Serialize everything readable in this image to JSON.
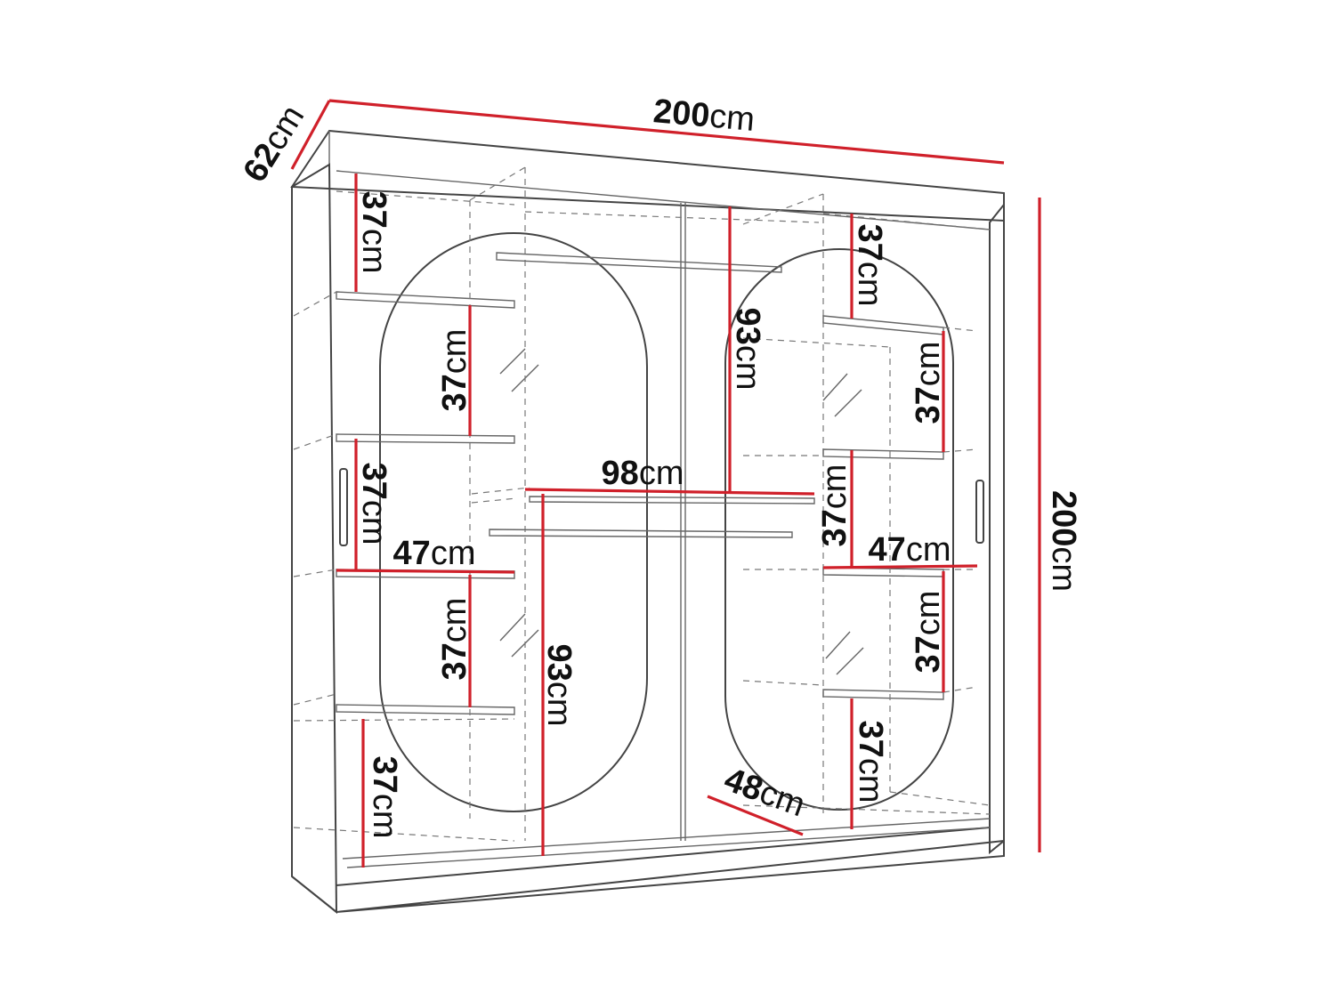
{
  "diagram": {
    "colors": {
      "dimension_line": "#d0202a",
      "outline": "#444444",
      "hidden_line": "#777777",
      "text": "#111111"
    },
    "unit": "cm",
    "labels": {
      "depth": {
        "num": "62",
        "unit": "cm"
      },
      "top_width": {
        "num": "200",
        "unit": "cm"
      },
      "right_height": {
        "num": "200",
        "unit": "cm"
      },
      "left_shelf_1": {
        "num": "37",
        "unit": "cm"
      },
      "left_inner_shelf_1": {
        "num": "37",
        "unit": "cm"
      },
      "left_shelf_2": {
        "num": "37",
        "unit": "cm"
      },
      "left_width": {
        "num": "47",
        "unit": "cm"
      },
      "left_inner_shelf_2": {
        "num": "37",
        "unit": "cm"
      },
      "left_shelf_bottom": {
        "num": "37",
        "unit": "cm"
      },
      "hanging_width": {
        "num": "98",
        "unit": "cm"
      },
      "hanging_upper": {
        "num": "93",
        "unit": "cm"
      },
      "hanging_lower": {
        "num": "93",
        "unit": "cm"
      },
      "right_shelf_top": {
        "num": "37",
        "unit": "cm"
      },
      "right_inner_shelf_1": {
        "num": "37",
        "unit": "cm"
      },
      "right_shelf_mid": {
        "num": "37",
        "unit": "cm"
      },
      "right_width": {
        "num": "47",
        "unit": "cm"
      },
      "right_inner_shelf_2": {
        "num": "37",
        "unit": "cm"
      },
      "right_shelf_bottom": {
        "num": "37",
        "unit": "cm"
      },
      "inner_depth": {
        "num": "48",
        "unit": "cm"
      }
    }
  }
}
